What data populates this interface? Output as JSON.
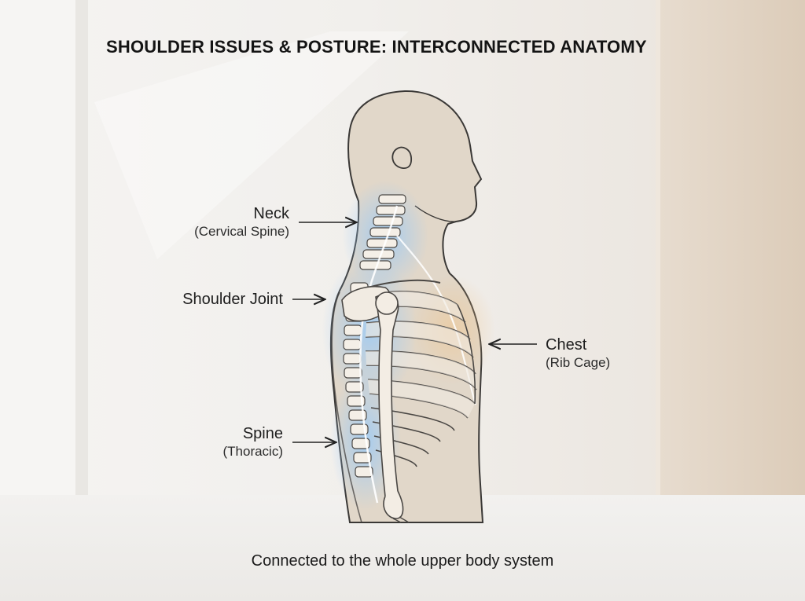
{
  "title": "SHOULDER ISSUES & POSTURE: INTERCONNECTED ANATOMY",
  "labels": {
    "neck": {
      "main": "Neck",
      "sub": "(Cervical Spine)"
    },
    "shoulder": {
      "main": "Shoulder Joint"
    },
    "chest": {
      "main": "Chest",
      "sub": "(Rib Cage)"
    },
    "spine": {
      "main": "Spine",
      "sub": "(Thoracic)"
    }
  },
  "caption": "Connected to the whole upper body system",
  "colors": {
    "highlight": "#8fc3f2",
    "body_fill": "#e0d5c6",
    "outline": "#3c3a38",
    "bone": "#f3ede4"
  }
}
